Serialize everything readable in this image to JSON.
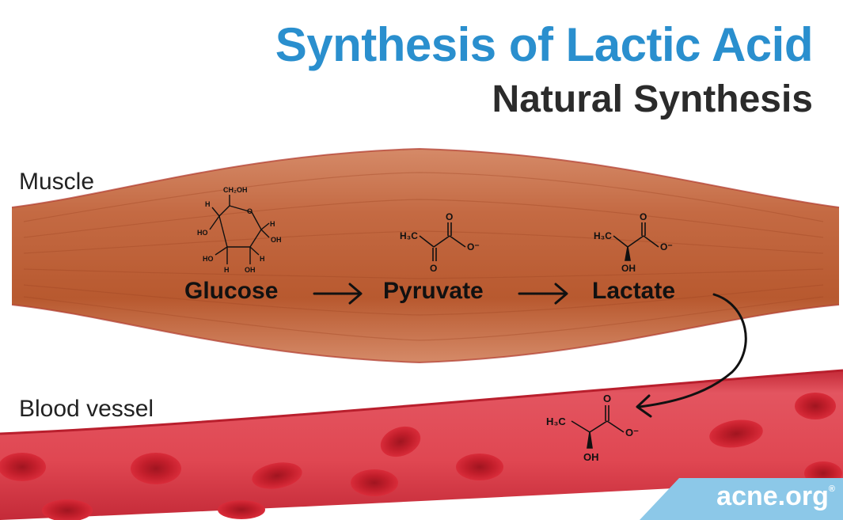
{
  "header": {
    "title": "Synthesis of Lactic Acid",
    "subtitle": "Natural Synthesis"
  },
  "labels": {
    "muscle": "Muscle",
    "blood_vessel": "Blood vessel"
  },
  "pathway": {
    "steps": [
      "Glucose",
      "Pyruvate",
      "Lactate"
    ]
  },
  "glucose_atoms": {
    "ch2oh": "CH₂OH",
    "o": "O",
    "h": "H",
    "ho": "HO",
    "oh": "OH"
  },
  "pyruvate_atoms": {
    "h3c": "H₃C",
    "o": "O",
    "o_minus": "O⁻"
  },
  "lactate_atoms": {
    "h3c": "H₃C",
    "o": "O",
    "o_minus": "O⁻",
    "oh": "OH"
  },
  "brand": {
    "name": "acne.org",
    "mark": "®"
  },
  "colors": {
    "title": "#2a8fce",
    "subtitle": "#2b2b2b",
    "muscle": "#c0643d",
    "vessel": "#d93a48",
    "rbc": "#c9202c",
    "brand_band": "#8cc8e8"
  }
}
